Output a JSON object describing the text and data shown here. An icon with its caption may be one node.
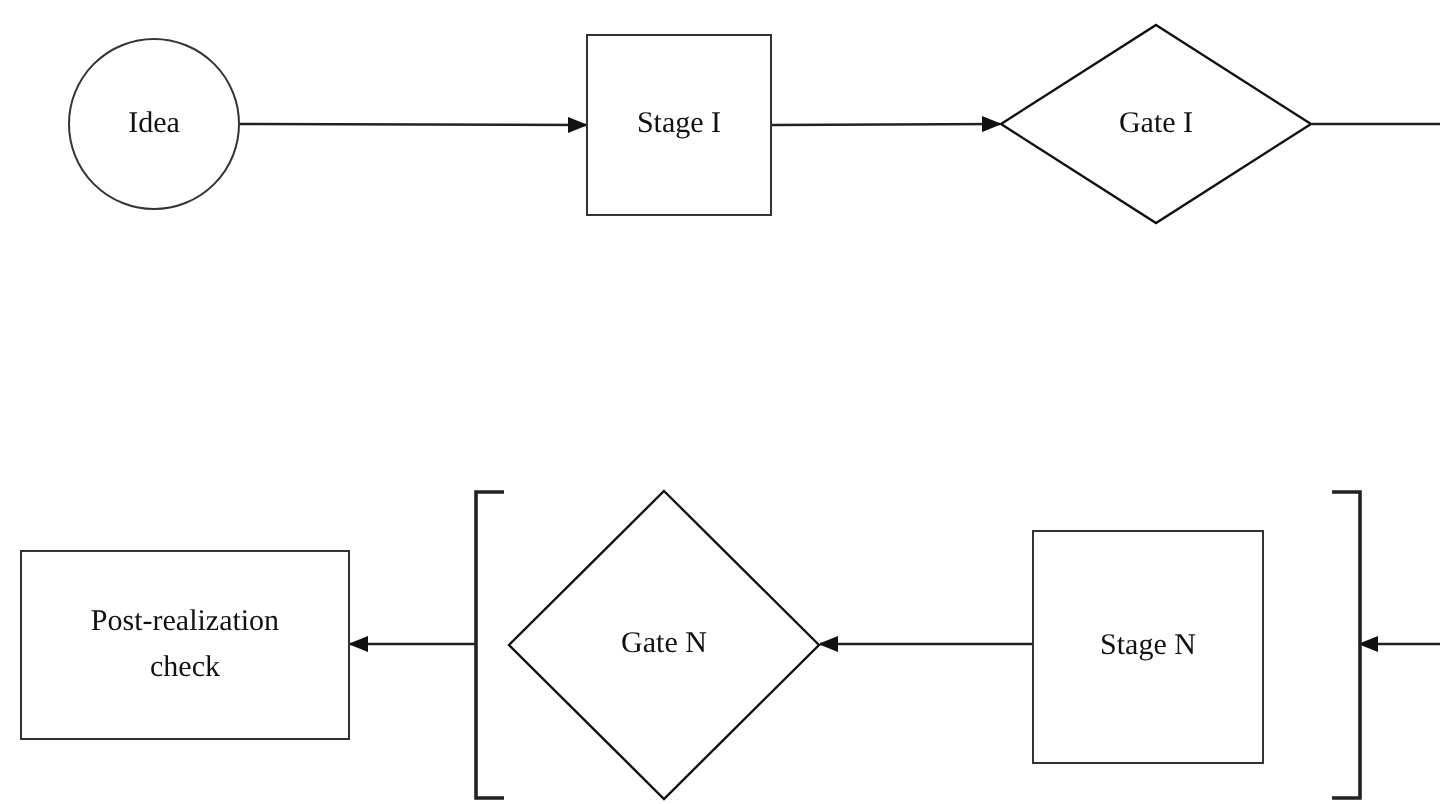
{
  "diagram": {
    "nodes": [
      {
        "text": [
          "Idea"
        ]
      },
      {
        "text": [
          "Stage I"
        ]
      },
      {
        "text": [
          "Gate I"
        ]
      },
      {
        "text": [],
        "shape": "bracket"
      },
      {
        "text": [
          "Gate N"
        ],
        "in": 3
      },
      {
        "text": [
          "Stage N"
        ],
        "in": 3
      },
      {
        "text": [
          "Post-realization check"
        ]
      }
    ],
    "edges": [
      {
        "from": 0,
        "to": 1,
        "arrow": "to"
      },
      {
        "from": 1,
        "to": 2,
        "arrow": "to"
      },
      {
        "from": 2,
        "to": null,
        "arrow": "none"
      },
      {
        "from": null,
        "to": 3,
        "arrow": "to"
      },
      {
        "from": 5,
        "to": 4,
        "arrow": "to"
      },
      {
        "from": 3,
        "to": 6,
        "arrow": "to"
      }
    ]
  }
}
